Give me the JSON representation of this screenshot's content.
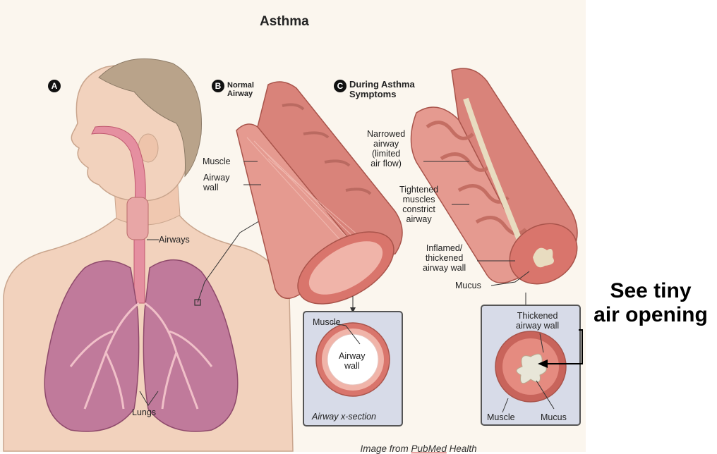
{
  "title": "Asthma",
  "panels": {
    "a": {
      "badge": "A"
    },
    "b": {
      "badge": "B",
      "title": "Normal\nAirway"
    },
    "c": {
      "badge": "C",
      "title": "During Asthma\nSymptoms"
    }
  },
  "labels": {
    "muscle_b": "Muscle",
    "airway_wall_b": "Airway\nwall",
    "airways": "Airways",
    "lungs": "Lungs",
    "narrowed": "Narrowed\nairway\n(limited\nair flow)",
    "tightened": "Tightened\nmuscles\nconstrict\nairway",
    "inflamed": "Inflamed/\nthickened\nairway wall",
    "mucus_c": "Mucus"
  },
  "inset_normal": {
    "muscle": "Muscle",
    "airway_wall": "Airway\nwall",
    "caption": "Airway x-section"
  },
  "inset_asthma": {
    "thickened": "Thickened\nairway wall",
    "muscle": "Muscle",
    "mucus": "Mucus"
  },
  "callout": "See tiny\nair opening",
  "credit": {
    "pre": "Image from ",
    "link": "PubMed",
    "post": " Health"
  },
  "colors": {
    "lung": "#c07a9b",
    "airway": "#e59a90",
    "muscle": "#c8645b",
    "skin": "#f2d2bd",
    "mucus": "#e8dcc0"
  }
}
